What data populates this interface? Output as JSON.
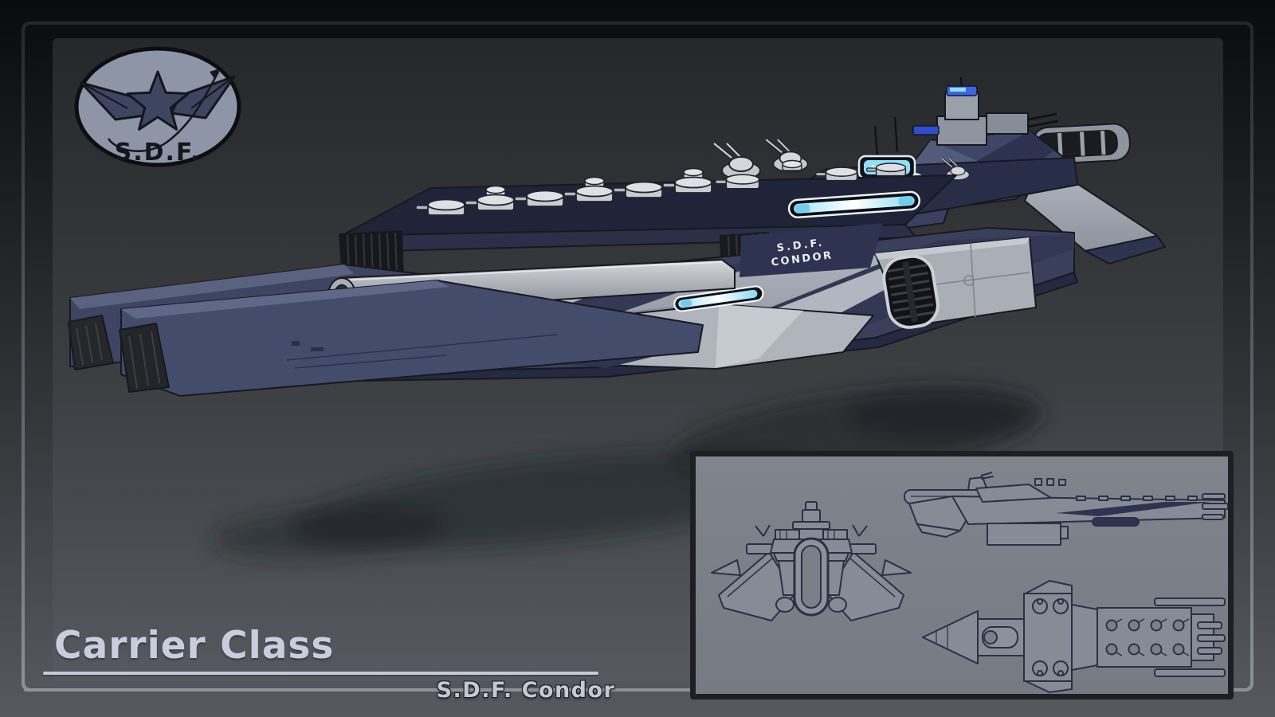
{
  "logo": {
    "badge_text": "S.D.F."
  },
  "titles": {
    "class_name": "Carrier Class",
    "ship_name": "S.D.F. Condor"
  },
  "ship_render": {
    "hull_marking_line1": "S.D.F.",
    "hull_marking_line2": "CONDOR"
  },
  "inset_panel": {
    "views": [
      "front-view-drawing",
      "side-view-drawing",
      "top-view-drawing"
    ]
  },
  "colors": {
    "background_top": "#0a0b0d",
    "background_bottom": "#57595f",
    "card_top": "#26272a",
    "card_bottom": "#56595f",
    "frame_line_top": "#26272b",
    "frame_line_bottom": "#8d9199",
    "title_text": "#c9cede",
    "hull_navy": "#3c4360",
    "hull_gray": "#9ba0ab",
    "glow_cyan": "#8fdff5",
    "glow_white": "#f2f8ff",
    "logo_badge": "#8d95a6",
    "inset_background": "#7b7f88",
    "inset_linework": "#2b3044",
    "outline_dark": "#171920"
  }
}
